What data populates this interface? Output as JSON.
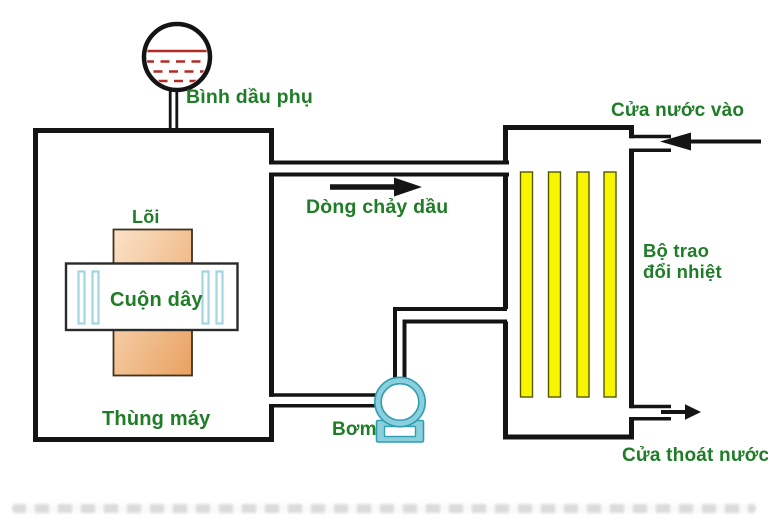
{
  "diagram": {
    "labels": {
      "conservator": "Bình dầu phụ",
      "core": "Lõi",
      "winding": "Cuộn dây",
      "tank": "Thùng máy",
      "oil_flow": "Dòng chảy dầu",
      "pump": "Bơm",
      "water_inlet": "Cửa nước vào",
      "heat_exchanger": "Bộ trao\nđổi nhiệt",
      "water_outlet": "Cửa thoát nước"
    },
    "colors": {
      "label_green": "#1e7d26",
      "line_black": "#141414",
      "oil_red": "#b32b24",
      "core_light": "#fbe3c9",
      "core_dark": "#e9a160",
      "coil_cyan": "#a3d4e2",
      "pump_teal": "#8bcfdc",
      "pump_teal_dark": "#2f9db2",
      "fin_yellow": "#f8f500",
      "fin_border": "#565600"
    }
  }
}
